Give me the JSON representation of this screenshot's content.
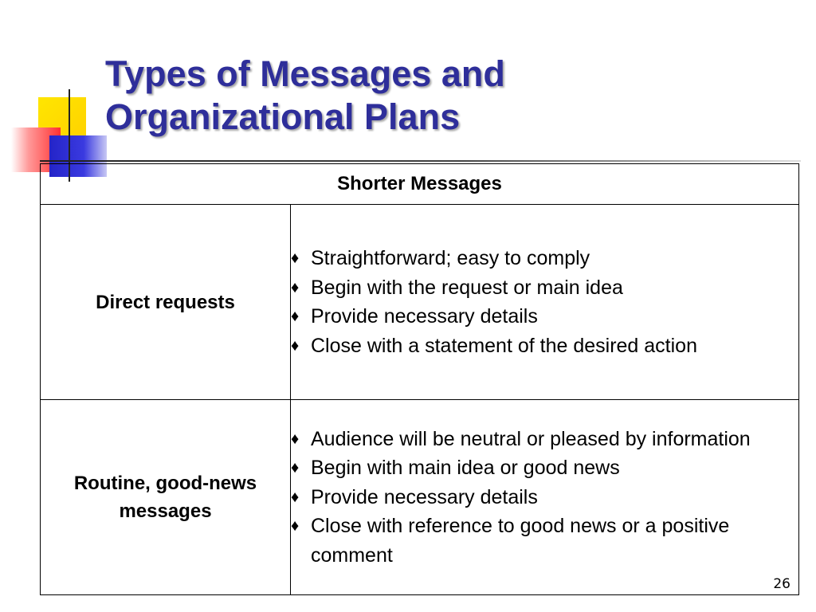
{
  "slide": {
    "title_lines": [
      "Types of Messages and",
      "Organizational Plans"
    ],
    "table": {
      "header": "Shorter Messages",
      "rows": [
        {
          "type": [
            "Direct requests"
          ],
          "plans": [
            "Straightforward; easy to comply",
            "Begin with the request or main idea",
            "Provide necessary details",
            "Close with a statement of the desired action"
          ]
        },
        {
          "type": [
            "Routine, good-news",
            "messages"
          ],
          "plans": [
            "Audience will be neutral or pleased by information",
            "Begin with main idea or good news",
            "Provide necessary details",
            "Close with reference to good news or a positive comment"
          ]
        }
      ]
    },
    "bullet_glyph": "♦",
    "page_number": "26"
  },
  "theme": {
    "title_color": "#2e2e9a",
    "accent_yellow": "#ffd100",
    "accent_red": "#ff3030",
    "accent_blue": "#2424c8",
    "icons": [
      "diamond-icon"
    ]
  }
}
